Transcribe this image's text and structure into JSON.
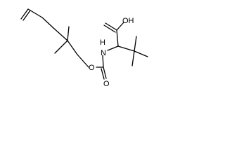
{
  "diagram": {
    "type": "skeletal-structure",
    "atom_labels": {
      "carboxyl_oh": "OH",
      "amide_nh": "N",
      "amide_h": "H",
      "ester_o": "O",
      "carbonyl_o_bottom": "O"
    },
    "colors": {
      "bond": "#000000",
      "text": "#000000",
      "background": "#ffffff"
    }
  }
}
